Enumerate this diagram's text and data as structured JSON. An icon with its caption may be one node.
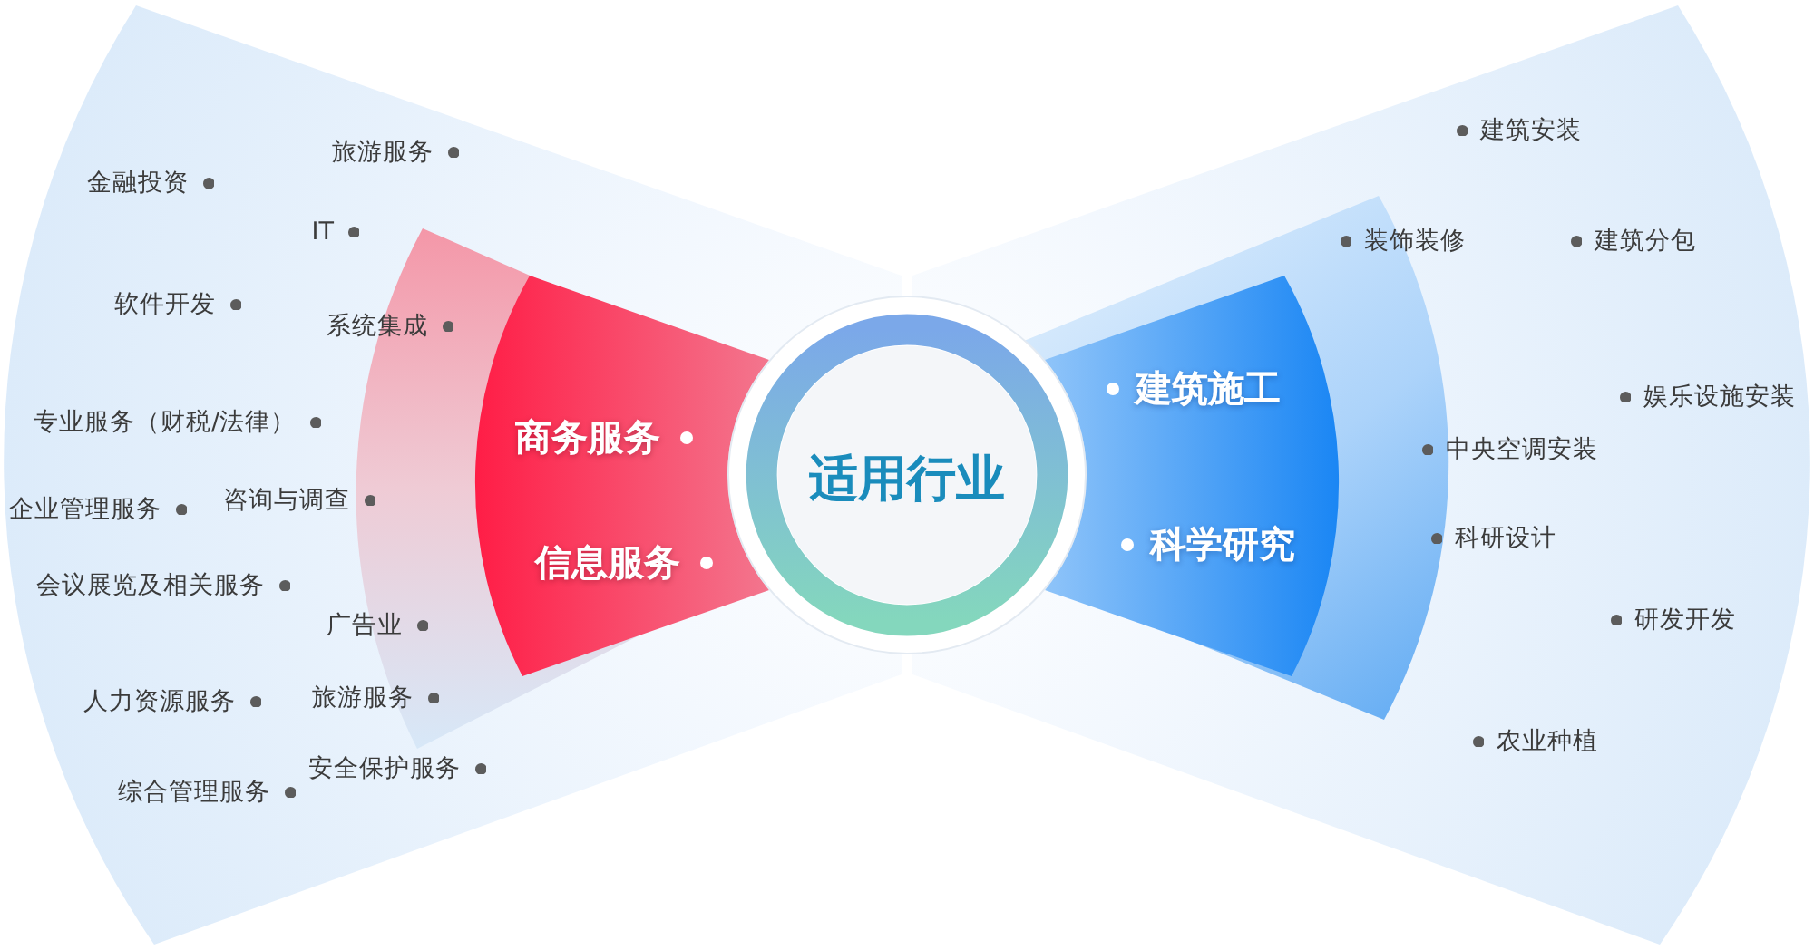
{
  "diagram": {
    "nodes": [
      {
        "text": [
          "旅游服务",
          "金融投资",
          "IT",
          "软件开发",
          "系统集成",
          "专业服务（财税/法律）",
          "咨询与调查",
          "企业管理服务",
          "会议展览及相关服务",
          "广告业",
          "旅游服务",
          "人力资源服务",
          "安全保护服务",
          "综合管理服务"
        ]
      },
      {
        "text": [
          "商务服务",
          "信息服务"
        ],
        "in": 0
      },
      {
        "text": [
          "适用行业"
        ]
      },
      {
        "text": [
          "建筑安装",
          "装饰装修",
          "建筑分包",
          "娱乐设施安装",
          "中央空调安装",
          "科研设计",
          "研发开发",
          "农业种植"
        ]
      },
      {
        "text": [
          "建筑施工",
          "科学研究"
        ],
        "in": 3
      }
    ]
  }
}
